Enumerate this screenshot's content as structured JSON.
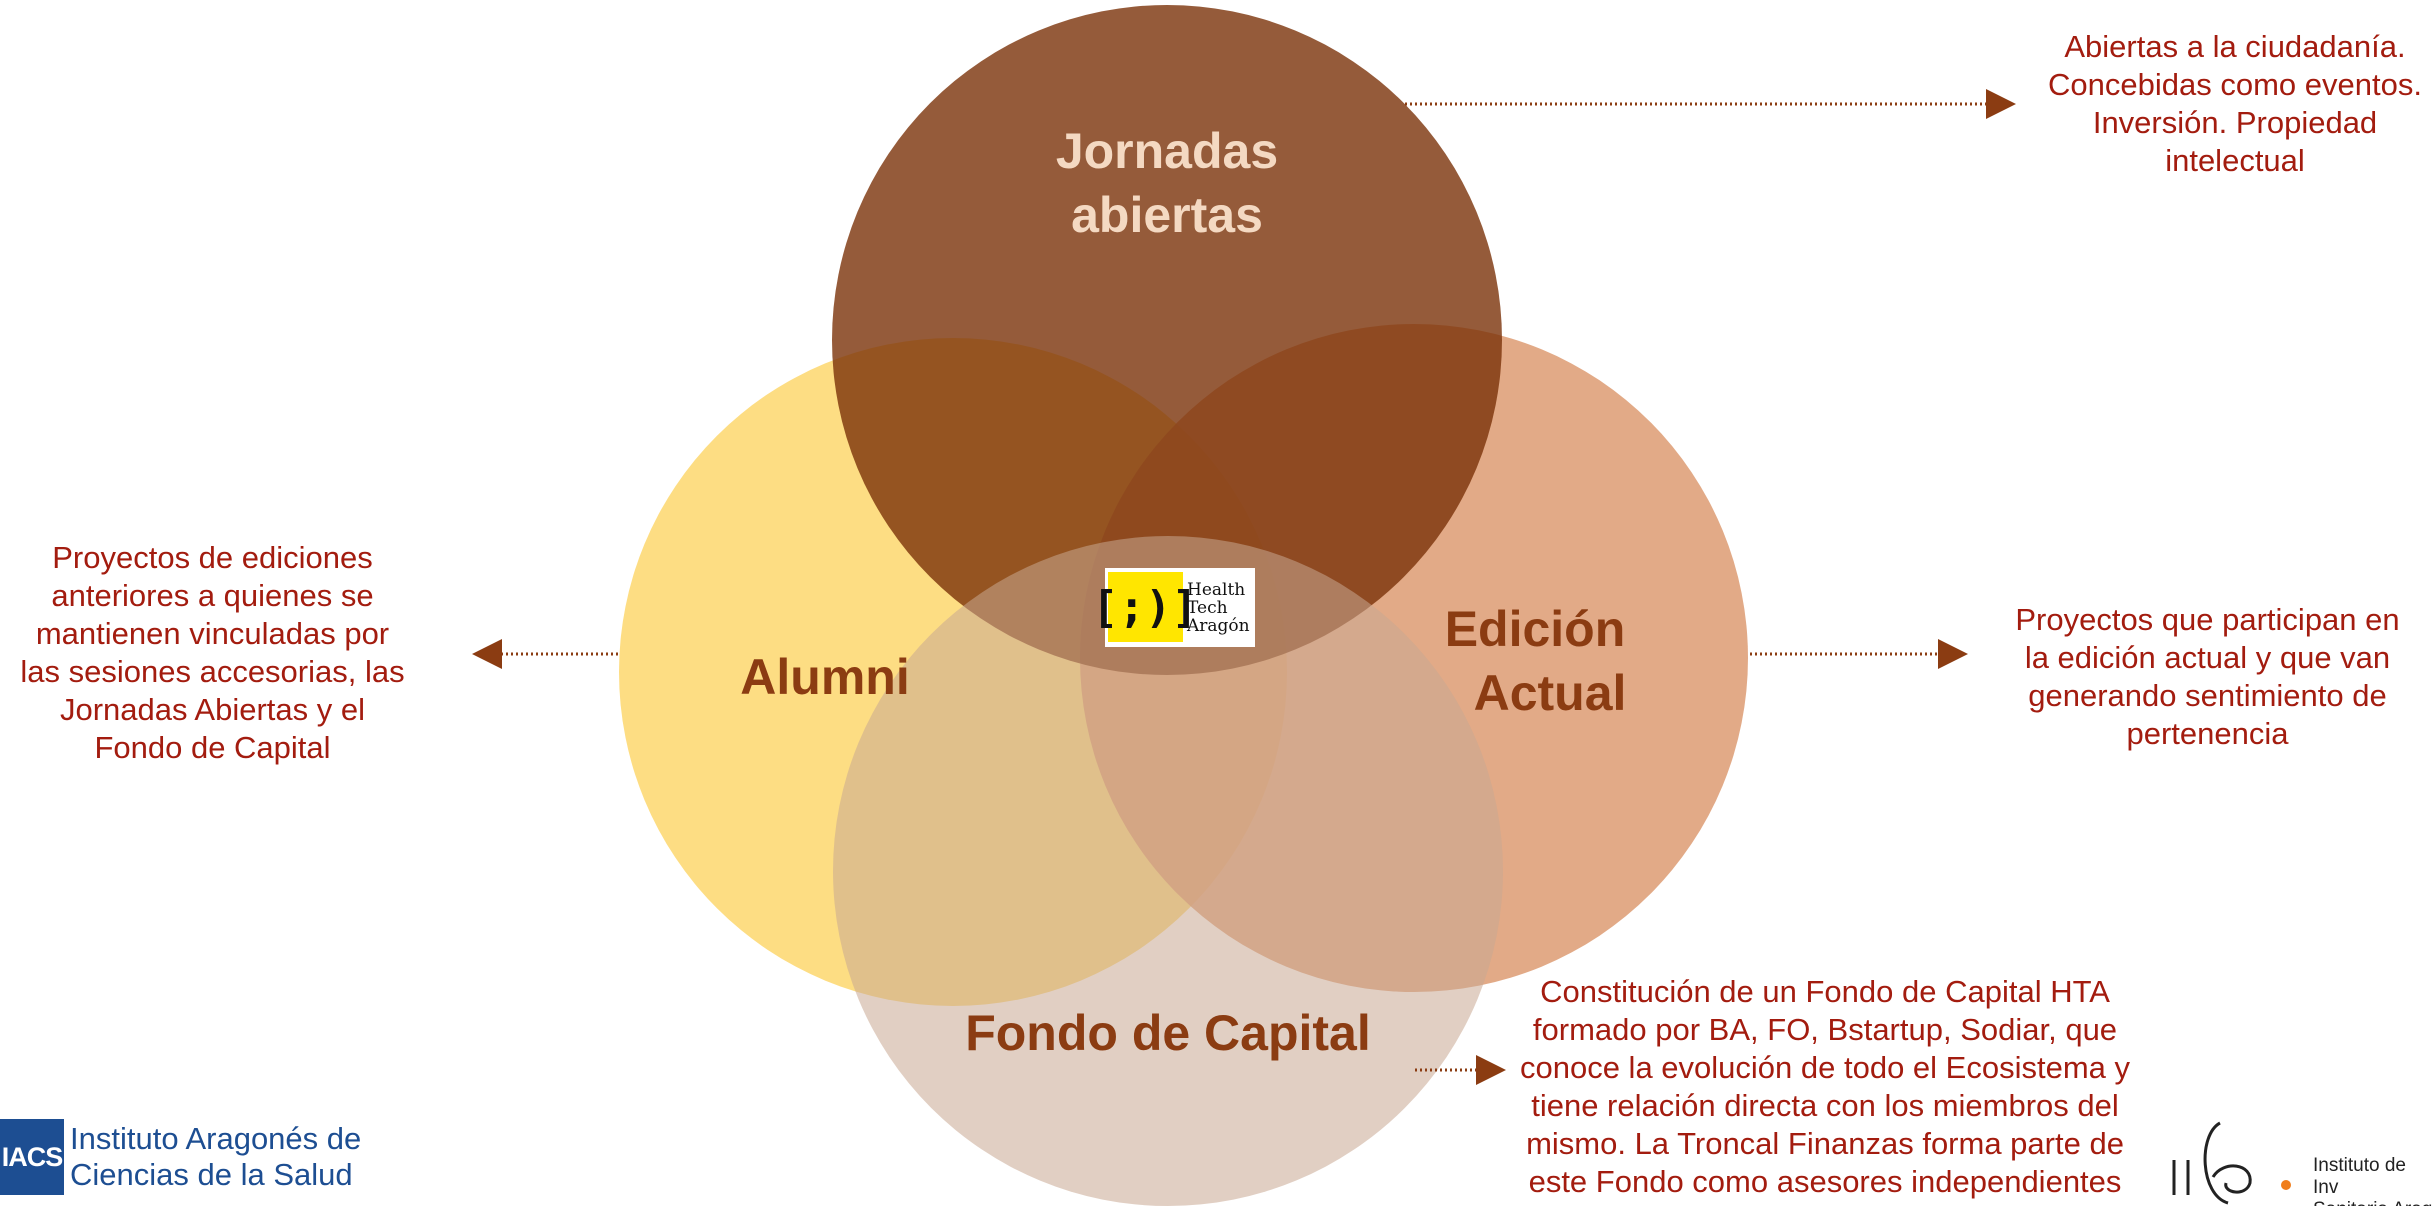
{
  "circles": [
    {
      "id": "jornadas",
      "label_lines": [
        "Jornadas",
        "abiertas"
      ],
      "fill": "#7a3209",
      "label_color": "#f4d9c2"
    },
    {
      "id": "alumni",
      "label_lines": [
        "Alumni"
      ],
      "fill": "#fdd976",
      "label_color": "#8b3c12"
    },
    {
      "id": "edicion",
      "label_lines": [
        "Edición",
        "Actual"
      ],
      "fill": "#dd9b72",
      "label_color": "#8b3c12"
    },
    {
      "id": "fondo",
      "label_lines": [
        "Fondo de Capital"
      ],
      "fill": "#d7bfae",
      "label_color": "#8b3c12"
    }
  ],
  "center_logo": {
    "symbol": "[;)]",
    "text_lines": [
      "Health",
      "Tech",
      "Aragón"
    ]
  },
  "descriptions": {
    "jornadas": "Abiertas a la ciudadanía.\nConcebidas como eventos.\nInversión. Propiedad\nintelectual",
    "alumni": "Proyectos de ediciones\nanteriores a quienes se\nmantienen vinculadas por\nlas sesiones accesorias, las\nJornadas Abiertas y el\nFondo de Capital",
    "edicion": "Proyectos que participan en\nla edición actual y que van\ngenerando sentimiento de\npertenencia",
    "fondo": "Constitución de un Fondo de Capital HTA\nformado por BA, FO, Bstartup, Sodiar, que\nconoce la evolución de todo el Ecosistema y\ntiene relación directa con los miembros del\nmismo. La Troncal Finanzas forma parte de\neste Fondo como asesores independientes"
  },
  "logos": {
    "iacs_abbr": "IACS",
    "iacs_name": "Instituto Aragonés de\nCiencias de la Salud",
    "iis_name": "Instituto de Inv\nSanitaria Arag"
  },
  "colors": {
    "description_text": "#a31c0f",
    "arrow": "#8b3c12",
    "iacs_blue": "#1d4e92",
    "logo_yellow": "#ffe600"
  }
}
